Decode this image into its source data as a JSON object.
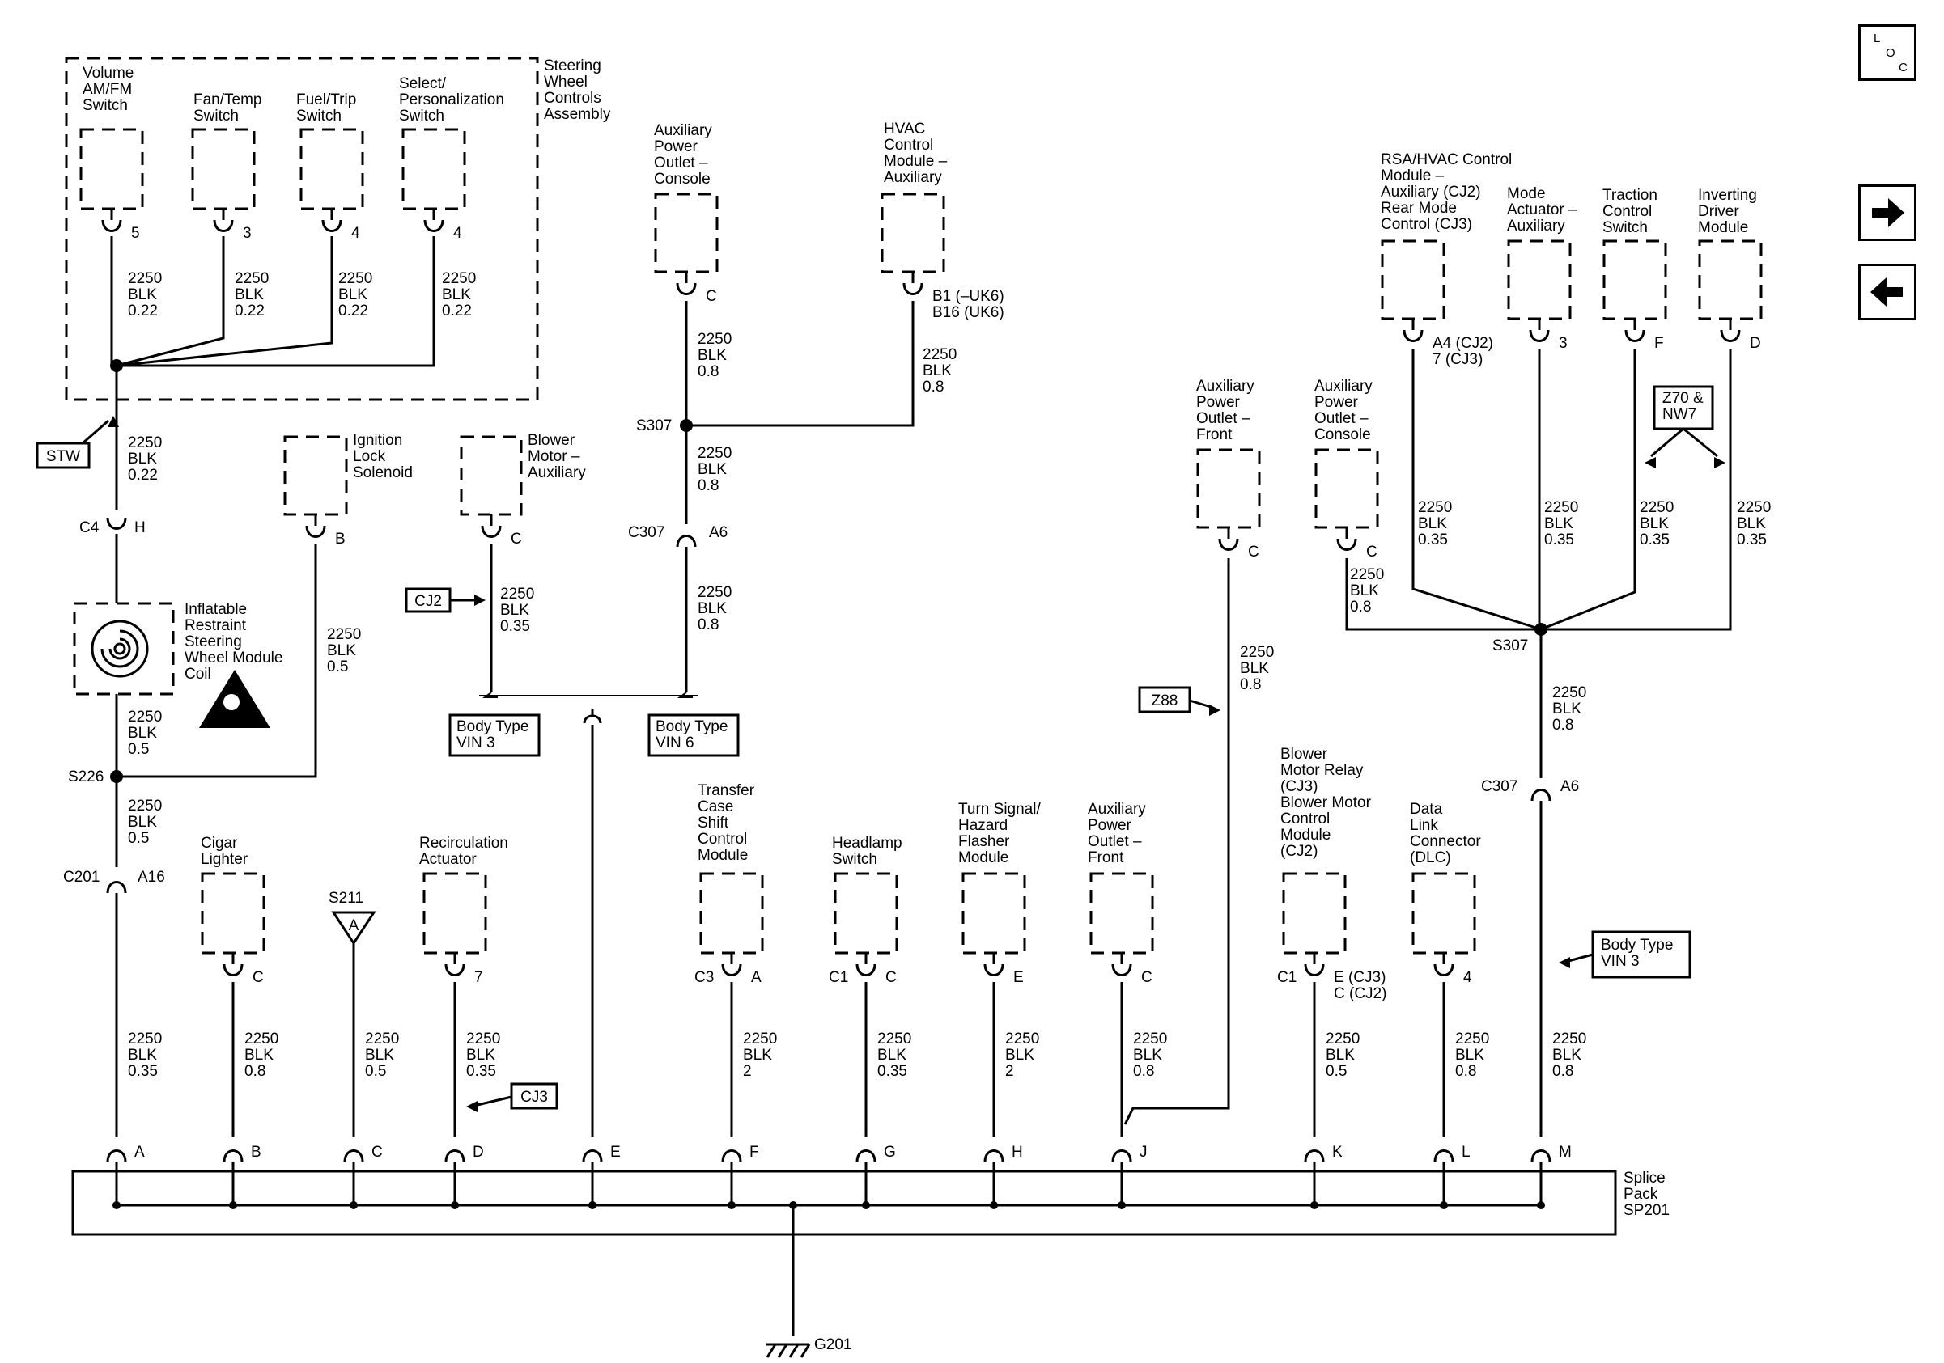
{
  "nav": {
    "loc": [
      "L",
      "O",
      "C"
    ],
    "next_icon": "arrow-right-icon",
    "prev_icon": "arrow-left-icon"
  },
  "components": [
    {
      "id": "volume",
      "lines": [
        "Volume",
        "AM/FM",
        "Switch"
      ],
      "pin": "5"
    },
    {
      "id": "fantemp",
      "lines": [
        "Fan/Temp",
        "Switch"
      ],
      "pin": "3"
    },
    {
      "id": "fueltrip",
      "lines": [
        "Fuel/Trip",
        "Switch"
      ],
      "pin": "4"
    },
    {
      "id": "select",
      "lines": [
        "Select/",
        "Personalization",
        "Switch"
      ],
      "pin": "4"
    },
    {
      "id": "swc-assembly",
      "lines": [
        "Steering",
        "Wheel",
        "Controls",
        "Assembly"
      ]
    },
    {
      "id": "apo-console-top",
      "lines": [
        "Auxiliary",
        "Power",
        "Outlet –",
        "Console"
      ],
      "pin": "C"
    },
    {
      "id": "hvac-aux",
      "lines": [
        "HVAC",
        "Control",
        "Module –",
        "Auxiliary"
      ],
      "pin": "B1 (–UK6)",
      "pin2": "B16 (UK6)"
    },
    {
      "id": "rsa-hvac",
      "lines": [
        "RSA/HVAC Control",
        "Module –",
        "Auxiliary (CJ2)",
        "Rear Mode",
        "Control (CJ3)"
      ],
      "pin": "A4 (CJ2)",
      "pin2": "7 (CJ3)"
    },
    {
      "id": "mode-actuator",
      "lines": [
        "Mode",
        "Actuator –",
        "Auxiliary"
      ],
      "pin": "3"
    },
    {
      "id": "traction",
      "lines": [
        "Traction",
        "Control",
        "Switch"
      ],
      "pin": "F"
    },
    {
      "id": "inverting",
      "lines": [
        "Inverting",
        "Driver",
        "Module"
      ],
      "pin": "D"
    },
    {
      "id": "ignition-lock",
      "lines": [
        "Ignition",
        "Lock",
        "Solenoid"
      ],
      "pin": "B"
    },
    {
      "id": "blower-aux",
      "lines": [
        "Blower",
        "Motor –",
        "Auxiliary"
      ],
      "pin": "C"
    },
    {
      "id": "apo-front-top",
      "lines": [
        "Auxiliary",
        "Power",
        "Outlet –",
        "Front"
      ],
      "pin": "C"
    },
    {
      "id": "apo-console-right",
      "lines": [
        "Auxiliary",
        "Power",
        "Outlet –",
        "Console"
      ],
      "pin": "C"
    },
    {
      "id": "airbag-coil",
      "lines": [
        "Inflatable",
        "Restraint",
        "Steering",
        "Wheel Module",
        "Coil"
      ]
    },
    {
      "id": "cigar",
      "lines": [
        "Cigar",
        "Lighter"
      ],
      "pin": "C"
    },
    {
      "id": "recirc",
      "lines": [
        "Recirculation",
        "Actuator"
      ],
      "pin": "7"
    },
    {
      "id": "transfer-case",
      "lines": [
        "Transfer",
        "Case",
        "Shift",
        "Control",
        "Module"
      ],
      "pin": "A",
      "conn": "C3"
    },
    {
      "id": "headlamp",
      "lines": [
        "Headlamp",
        "Switch"
      ],
      "pin": "C",
      "conn": "C1"
    },
    {
      "id": "turn-signal",
      "lines": [
        "Turn Signal/",
        "Hazard",
        "Flasher",
        "Module"
      ],
      "pin": "E"
    },
    {
      "id": "apo-front-bottom",
      "lines": [
        "Auxiliary",
        "Power",
        "Outlet –",
        "Front"
      ],
      "pin": "C"
    },
    {
      "id": "blower-relay",
      "lines": [
        "Blower",
        "Motor Relay",
        "(CJ3)",
        "Blower Motor",
        "Control",
        "Module",
        "(CJ2)"
      ],
      "pin": "E (CJ3)",
      "pin2": "C (CJ2)",
      "conn": "C1"
    },
    {
      "id": "dlc",
      "lines": [
        "Data",
        "Link",
        "Connector",
        "(DLC)"
      ],
      "pin": "4"
    }
  ],
  "wires": [
    {
      "id": "w-volume",
      "lines": [
        "2250",
        "BLK",
        "0.22"
      ]
    },
    {
      "id": "w-fantemp",
      "lines": [
        "2250",
        "BLK",
        "0.22"
      ]
    },
    {
      "id": "w-fueltrip",
      "lines": [
        "2250",
        "BLK",
        "0.22"
      ]
    },
    {
      "id": "w-select",
      "lines": [
        "2250",
        "BLK",
        "0.22"
      ]
    },
    {
      "id": "w-stw",
      "lines": [
        "2250",
        "BLK",
        "0.22"
      ]
    },
    {
      "id": "w-coil",
      "lines": [
        "2250",
        "BLK",
        "0.5"
      ]
    },
    {
      "id": "w-ignlock",
      "lines": [
        "2250",
        "BLK",
        "0.5"
      ]
    },
    {
      "id": "w-s226",
      "lines": [
        "2250",
        "BLK",
        "0.5"
      ]
    },
    {
      "id": "w-blower",
      "lines": [
        "2250",
        "BLK",
        "0.35"
      ]
    },
    {
      "id": "w-apo-console",
      "lines": [
        "2250",
        "BLK",
        "0.8"
      ]
    },
    {
      "id": "w-hvac",
      "lines": [
        "2250",
        "BLK",
        "0.8"
      ]
    },
    {
      "id": "w-s307-left",
      "lines": [
        "2250",
        "BLK",
        "0.8"
      ]
    },
    {
      "id": "w-c307-left",
      "lines": [
        "2250",
        "BLK",
        "0.8"
      ]
    },
    {
      "id": "w-rsa",
      "lines": [
        "2250",
        "BLK",
        "0.35"
      ]
    },
    {
      "id": "w-mode",
      "lines": [
        "2250",
        "BLK",
        "0.35"
      ]
    },
    {
      "id": "w-traction",
      "lines": [
        "2250",
        "BLK",
        "0.35"
      ]
    },
    {
      "id": "w-inverting",
      "lines": [
        "2250",
        "BLK",
        "0.35"
      ]
    },
    {
      "id": "w-apo-console-r",
      "lines": [
        "2250",
        "BLK",
        "0.8"
      ]
    },
    {
      "id": "w-apo-front-top",
      "lines": [
        "2250",
        "BLK",
        "0.8"
      ]
    },
    {
      "id": "w-s307-right",
      "lines": [
        "2250",
        "BLK",
        "0.8"
      ]
    },
    {
      "id": "w-a",
      "lines": [
        "2250",
        "BLK",
        "0.35"
      ]
    },
    {
      "id": "w-b",
      "lines": [
        "2250",
        "BLK",
        "0.8"
      ]
    },
    {
      "id": "w-c",
      "lines": [
        "2250",
        "BLK",
        "0.5"
      ]
    },
    {
      "id": "w-d",
      "lines": [
        "2250",
        "BLK",
        "0.35"
      ]
    },
    {
      "id": "w-f",
      "lines": [
        "2250",
        "BLK",
        "2"
      ]
    },
    {
      "id": "w-g",
      "lines": [
        "2250",
        "BLK",
        "0.35"
      ]
    },
    {
      "id": "w-h",
      "lines": [
        "2250",
        "BLK",
        "2"
      ]
    },
    {
      "id": "w-j",
      "lines": [
        "2250",
        "BLK",
        "0.8"
      ]
    },
    {
      "id": "w-k",
      "lines": [
        "2250",
        "BLK",
        "0.5"
      ]
    },
    {
      "id": "w-l",
      "lines": [
        "2250",
        "BLK",
        "0.8"
      ]
    },
    {
      "id": "w-m",
      "lines": [
        "2250",
        "BLK",
        "0.8"
      ]
    }
  ],
  "labels": {
    "stw": "STW",
    "c4": "C4",
    "c4_pin": "H",
    "s226": "S226",
    "c201": "C201",
    "c201_pin": "A16",
    "s307_left": "S307",
    "c307_left": "C307",
    "c307_left_pin": "A6",
    "s307_right": "S307",
    "c307_right": "C307",
    "c307_right_pin": "A6",
    "s211": "S211",
    "s211_letter": "A",
    "cj2": "CJ2",
    "cj3": "CJ3",
    "z88": "Z88",
    "z70": [
      "Z70 &",
      "NW7"
    ],
    "body_type_vin3": [
      "Body Type",
      "VIN 3"
    ],
    "body_type_vin6": [
      "Body Type",
      "VIN 6"
    ],
    "body_type_vin3_right": [
      "Body Type",
      "VIN 3"
    ],
    "splice_pack": [
      "Splice",
      "Pack",
      "SP201"
    ],
    "ground": "G201",
    "splice_pins": [
      "A",
      "B",
      "C",
      "D",
      "E",
      "F",
      "G",
      "H",
      "J",
      "K",
      "L",
      "M"
    ]
  }
}
